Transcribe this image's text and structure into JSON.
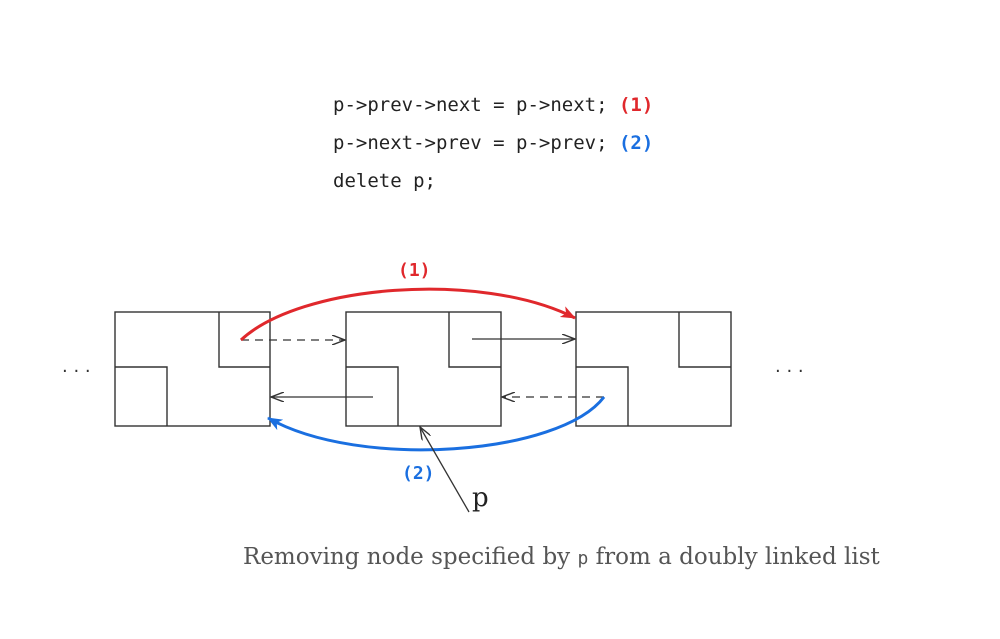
{
  "code": {
    "line1": {
      "text": "p->prev->next = p->next; ",
      "marker": "(1)"
    },
    "line2": {
      "text": "p->next->prev = p->prev; ",
      "marker": "(2)"
    },
    "line3": {
      "text": "delete p;"
    }
  },
  "diagram": {
    "ellipsis_left": ". . .",
    "ellipsis_right": ". . .",
    "step1_label": "(1)",
    "step2_label": "(2)",
    "pointer_label": "p",
    "colors": {
      "step1": "#e0282c",
      "step2": "#1a6fe0",
      "line": "#333333"
    }
  },
  "caption": {
    "before": "Removing node specified by ",
    "code": "p",
    "after": " from a doubly linked list"
  }
}
